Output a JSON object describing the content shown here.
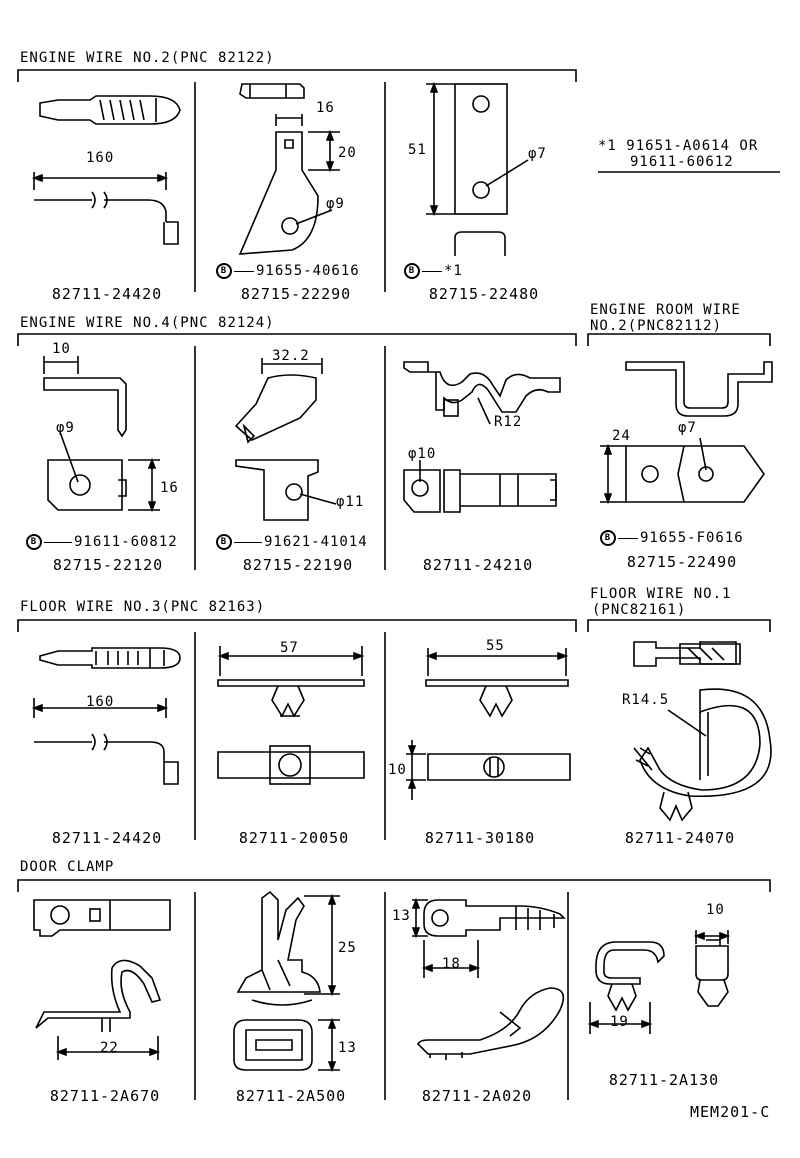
{
  "sections": {
    "engine_wire_2": "ENGINE WIRE NO.2(PNC 82122)",
    "engine_wire_4": "ENGINE WIRE NO.4(PNC 82124)",
    "engine_room_wire_l1": "ENGINE ROOM WIRE",
    "engine_room_wire_l2": "NO.2(PNC82112)",
    "floor_wire_3": "FLOOR WIRE NO.3(PNC 82163)",
    "floor_wire_1_l1": "FLOOR WIRE NO.1",
    "floor_wire_1_l2": "(PNC82161)",
    "door_clamp": "DOOR CLAMP"
  },
  "note": {
    "line1": "*1 91651-A0614 OR",
    "line2": "91611-60612"
  },
  "bolt_symbol": "B",
  "parts": {
    "p1": "82711-24420",
    "p2": "82715-22290",
    "p3": "82715-22480",
    "p4": "82715-22120",
    "p5": "82715-22190",
    "p6": "82711-24210",
    "p7": "82715-22490",
    "p8": "82711-24420",
    "p9": "82711-20050",
    "p10": "82711-30180",
    "p11": "82711-24070",
    "p12": "82711-2A670",
    "p13": "82711-2A500",
    "p14": "82711-2A020",
    "p15": "82711-2A130"
  },
  "bolts": {
    "b2": "91655-40616",
    "b3": "*1",
    "b4": "91611-60812",
    "b5": "91621-41014",
    "b7": "91655-F0616"
  },
  "dims": {
    "d160a": "160",
    "d16a": "16",
    "d20": "20",
    "phi9a": "φ9",
    "d51": "51",
    "phi7a": "φ7",
    "d10a": "10",
    "phi9b": "φ9",
    "d16b": "16",
    "d32": "32.2",
    "phi11": "φ11",
    "r12": "R12",
    "phi10": "φ10",
    "d24": "24",
    "phi7b": "φ7",
    "d160b": "160",
    "d57": "57",
    "d55": "55",
    "d10b": "10",
    "r14": "R14.5",
    "d22": "22",
    "d25": "25",
    "d13a": "13",
    "d13b": "13",
    "d18": "18",
    "d19": "19",
    "d10c": "10"
  },
  "drawing_code": "MEM201-C"
}
